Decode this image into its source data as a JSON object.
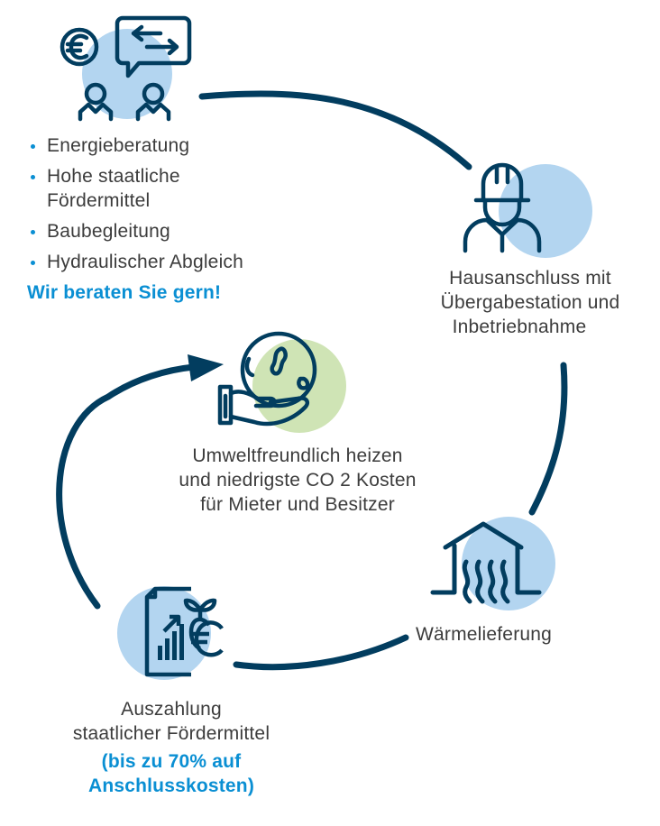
{
  "colors": {
    "navy": "#023d5f",
    "light_blue_circle": "#b3d5f0",
    "light_green_circle": "#cfe4b5",
    "accent_blue": "#0a8fd3",
    "text_gray": "#3c3c3c"
  },
  "steps": {
    "consulting": {
      "icon": "consultation-icon",
      "bullets": [
        "Energieberatung",
        "Hohe staatliche Fördermittel",
        "Baubegleitung",
        "Hydraulischer Abgleich"
      ],
      "bullet_1_line1": "Hohe staatliche",
      "bullet_1_line2": "Fördermittel",
      "cta": "Wir beraten Sie gern!"
    },
    "connection": {
      "icon": "construction-worker-icon",
      "lines": [
        "Hausanschluss mit",
        "Übergabestation und",
        "Inbetriebnahme"
      ]
    },
    "delivery": {
      "icon": "house-heat-icon",
      "label": "Wärmelieferung"
    },
    "payout": {
      "icon": "funding-document-icon",
      "lines": [
        "Auszahlung",
        "staatlicher Fördermittel"
      ],
      "highlight_lines": [
        "(bis zu 70% auf",
        "Anschlusskosten)"
      ]
    },
    "benefit": {
      "icon": "globe-in-hand-icon",
      "lines": [
        "Umweltfreundlich heizen",
        "und niedrigste CO 2 Kosten",
        "für Mieter und Besitzer"
      ]
    }
  }
}
